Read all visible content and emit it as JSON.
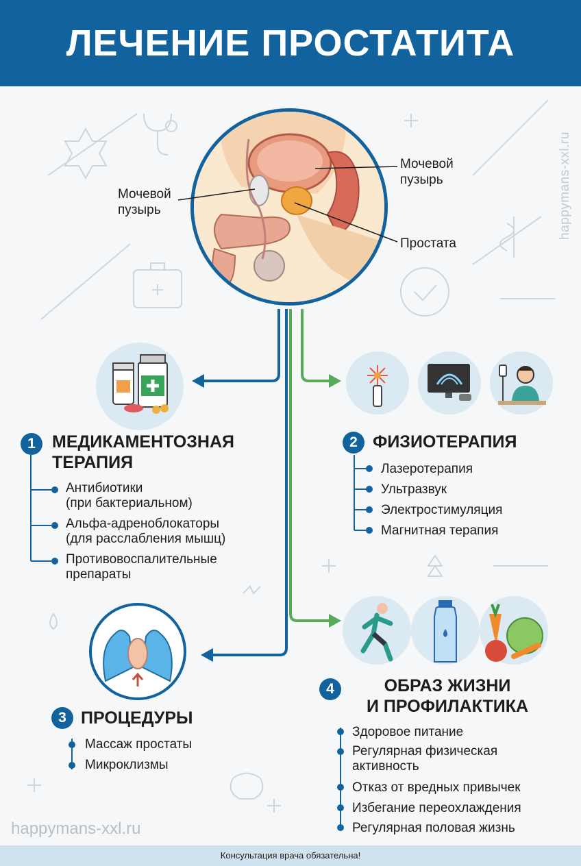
{
  "header": {
    "title": "ЛЕЧЕНИЕ ПРОСТАТИТА"
  },
  "watermarks": {
    "vertical": "happymans-xxl.ru",
    "bottom": "happymans-xxl.ru"
  },
  "hero": {
    "label_left": "Мочевой\nпузырь",
    "label_right_top": "Мочевой\nпузырь",
    "label_right_bottom": "Простата"
  },
  "sections": [
    {
      "number": "1",
      "title": "МЕДИКАМЕНТОЗНАЯ\nТЕРАПИЯ",
      "items": [
        "Антибиотики\n(при бактериальном)",
        "Альфа-адреноблокаторы\n(для расслабления мышц)",
        "Противовоспалительные\nпрепараты"
      ]
    },
    {
      "number": "2",
      "title": "ФИЗИОТЕРАПИЯ",
      "items": [
        "Лазеротерапия",
        "Ультразвук",
        "Электростимуляция",
        "Магнитная терапия"
      ]
    },
    {
      "number": "3",
      "title": "ПРОЦЕДУРЫ",
      "items": [
        "Массаж простаты",
        "Микроклизмы"
      ]
    },
    {
      "number": "4",
      "title": "ОБРАЗ ЖИЗНИ\nИ ПРОФИЛАКТИКА",
      "items": [
        "Здоровое питание",
        "Регулярная физическая\nактивность",
        "Отказ от вредных привычек",
        "Избегание переохлаждения",
        "Регулярная половая жизнь"
      ]
    }
  ],
  "icons": {
    "section1": "pill-bottles-icon",
    "section2": [
      "laser-icon",
      "ultrasound-monitor-icon",
      "patient-electrostimulation-icon"
    ],
    "section3": "gloved-hands-massage-icon",
    "section4": [
      "runner-icon",
      "water-bottle-icon",
      "vegetables-icon"
    ]
  },
  "colors": {
    "primary": "#12629e",
    "green": "#5aa95a",
    "light": "#dbe9f3"
  },
  "footer": {
    "text": "Консультация врача обязательна!"
  }
}
